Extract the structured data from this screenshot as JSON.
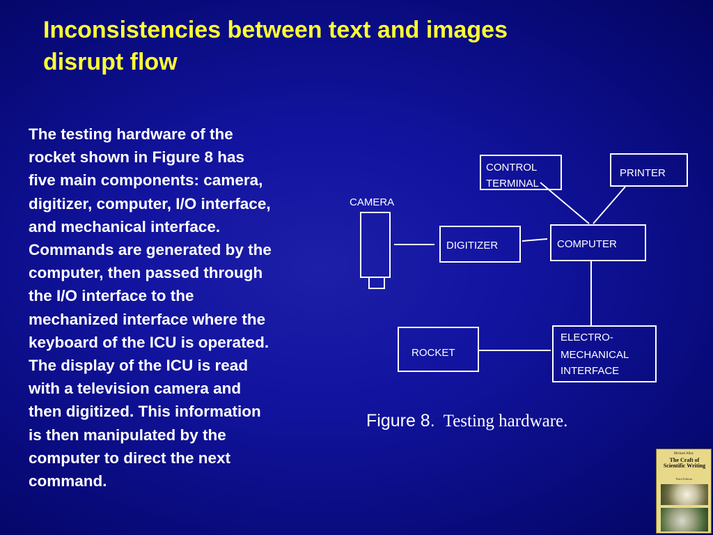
{
  "slide": {
    "title_lines": [
      "Inconsistencies between text and images",
      "disrupt flow"
    ],
    "body_lines": [
      "The testing hardware of the",
      "rocket shown in Figure 8 has",
      "five main components:  camera,",
      "digitizer, computer, I/O interface,",
      "and mechanical interface.",
      "Commands are generated by the",
      "computer, then passed through",
      "the I/O interface to the",
      "mechanized interface where the",
      "keyboard of the ICU is operated.",
      "The display of the ICU is read",
      "with a television camera and",
      "then digitized.  This information",
      "is then manipulated by the",
      "computer to direct the next",
      "command."
    ]
  },
  "diagram": {
    "camera_label": "CAMERA",
    "control_terminal_lines": [
      "CONTROL",
      "TERMINAL"
    ],
    "printer": "PRINTER",
    "digitizer": "DIGITIZER",
    "computer": "COMPUTER",
    "rocket": "ROCKET",
    "electro_lines": [
      "ELECTRO-",
      "MECHANICAL",
      "INTERFACE"
    ]
  },
  "figure": {
    "number": "Figure 8.",
    "caption": "Testing hardware."
  },
  "book": {
    "author": "Michael Alley",
    "title_lines": [
      "The Craft of",
      "Scientific Writing"
    ],
    "edition": "Third Edition"
  },
  "colors": {
    "background": "#1214a0",
    "title": "#ffff33",
    "text": "#ffffff"
  }
}
